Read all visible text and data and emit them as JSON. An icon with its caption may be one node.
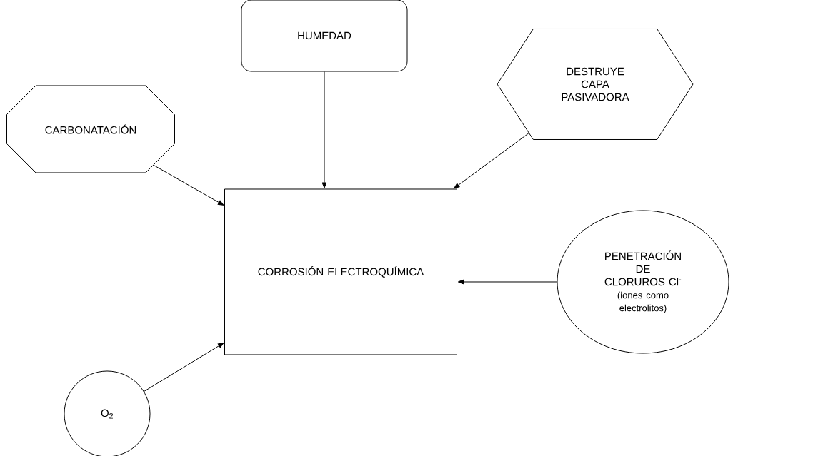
{
  "diagram": {
    "nodes": [
      {
        "text": [
          "HUMEDAD"
        ]
      },
      {
        "text": [
          "CARBONATACIÓN"
        ]
      },
      {
        "text": [
          "DESTRUYE CAPA PASIVADORA"
        ]
      },
      {
        "text": [
          "CORROSIÓN ELECTROQUÍMICA"
        ]
      },
      {
        "text": [
          "PENETRACIÓN DE CLORUROS Cl$^{-}$",
          "(iones como electrolitos)"
        ]
      },
      {
        "text": [
          "O$_{2}$"
        ]
      }
    ],
    "edges": [
      {
        "from": 1,
        "to": 3,
        "arrow": "to"
      },
      {
        "from": 0,
        "to": 3,
        "arrow": "to"
      },
      {
        "from": 2,
        "to": 3,
        "arrow": "to"
      },
      {
        "from": 4,
        "to": 3,
        "arrow": "to"
      },
      {
        "from": 5,
        "to": 3,
        "arrow": "to"
      }
    ]
  }
}
